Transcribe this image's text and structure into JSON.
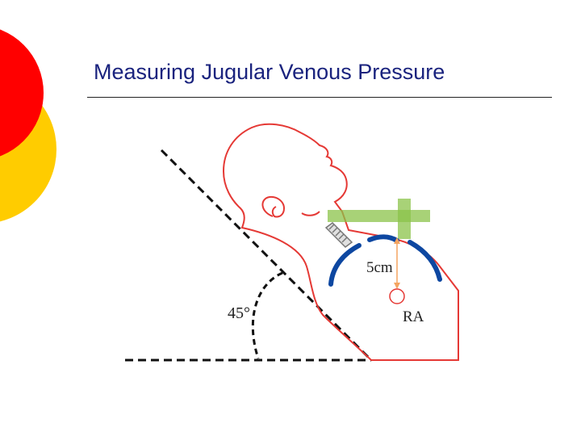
{
  "slide": {
    "title": "Measuring Jugular Venous Pressure"
  },
  "diagram": {
    "angle_label": "45°",
    "height_label": "5cm",
    "atrium_label": "RA"
  },
  "colors": {
    "title": "#1a237e",
    "deco_red": "#ff0000",
    "deco_yellow": "#ffcc00",
    "outline": "#e53935",
    "vein": "#0d47a1",
    "ruler": "#8bc34a",
    "measure_arrow": "#f4a460",
    "dashes": "#111111"
  }
}
